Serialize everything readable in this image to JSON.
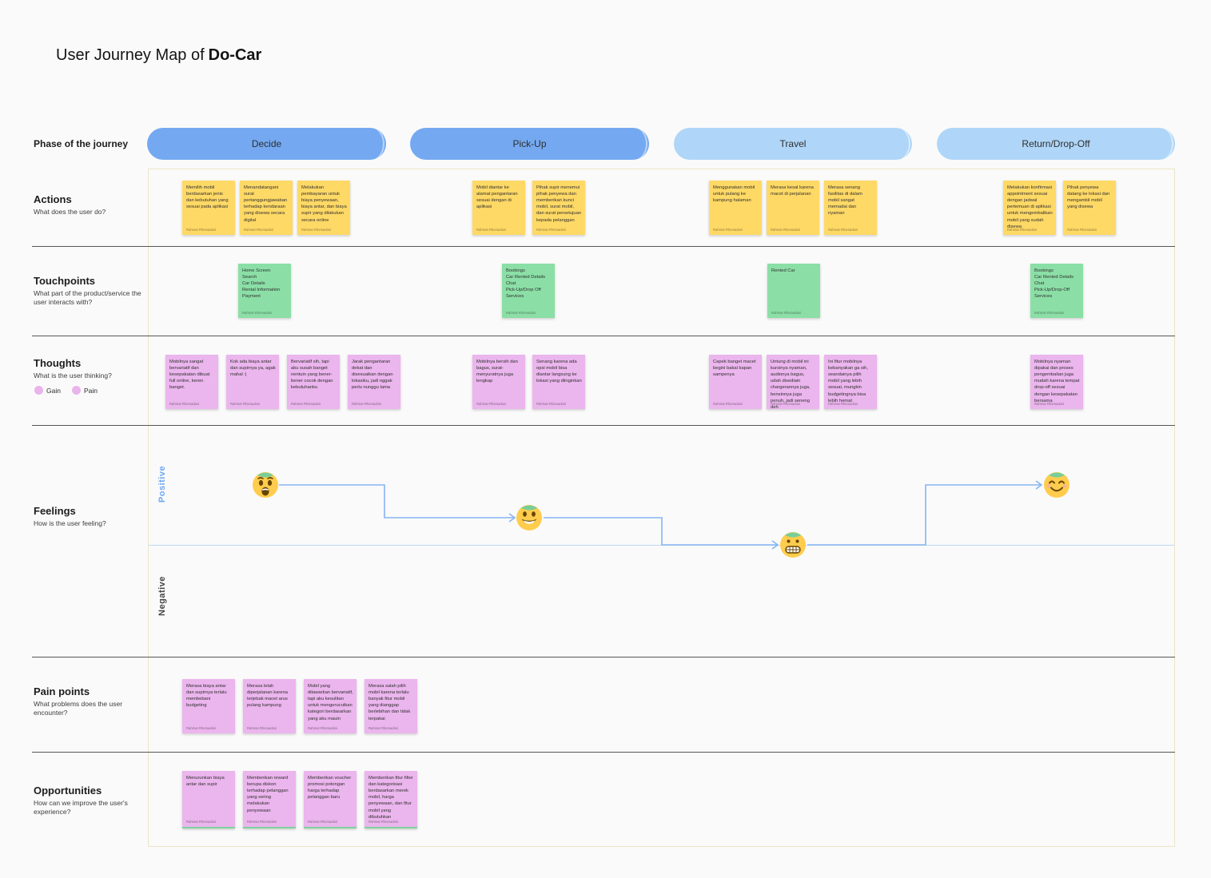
{
  "title": {
    "prefix": "User Journey Map of",
    "product": "Do-Car"
  },
  "author": "Rahmat Rhomadoni",
  "colors": {
    "phase_strong": "#74a9f1",
    "phase_light": "#afd6f8",
    "sticky_yellow": "#ffd966",
    "sticky_green": "#8bdfa6",
    "sticky_pink": "#ebb5ed",
    "connector": "#86b5f2",
    "positive_label": "#6fa8f0",
    "negative_label": "#454545"
  },
  "phase_row_label": "Phase of the journey",
  "phases": [
    "Decide",
    "Pick-Up",
    "Travel",
    "Return/Drop-Off"
  ],
  "rows": {
    "actions": {
      "label": "Actions",
      "sublabel": "What does the user do?"
    },
    "touchpoints": {
      "label": "Touchpoints",
      "sublabel": "What part of the product/service the user interacts with?"
    },
    "thoughts": {
      "label": "Thoughts",
      "sublabel": "What is the user thinking?",
      "legend": {
        "gain": "Gain",
        "pain": "Pain"
      }
    },
    "feelings": {
      "label": "Feelings",
      "sublabel": "How is the user feeling?",
      "positive": "Positive",
      "negative": "Negative"
    },
    "pain_points": {
      "label": "Pain points",
      "sublabel": "What problems does the user encounter?"
    },
    "opportunities": {
      "label": "Opportunities",
      "sublabel": "How can we improve the user's experience?"
    }
  },
  "notes": {
    "actions": {
      "decide": [
        "Memilih mobil berdasarkan jenis dan kebutuhan yang sesuai pada aplikasi",
        "Menandatangani surat pertanggungjawaban terhadap kendaraan yang disewa secara digital",
        "Melakukan pembayaran untuk biaya penyewaan, biaya antar, dan biaya supir yang dilakukan secara online"
      ],
      "pickup": [
        "Mobil diantar ke alamat pengantaran sesuai dengan di aplikasi",
        "Pihak supir menemui pihak penyewa dan memberikan kunci mobil, surat mobil, dan surat persetujuan kepada pelanggan"
      ],
      "travel": [
        "Menggunakan mobil untuk pulang ke kampung halaman",
        "Merasa kesal karena macet di perjalanan",
        "Merasa senang fasilitas di dalam mobil sangat memadai dan nyaman"
      ],
      "dropoff": [
        "Melakukan konfirmasi appointment sesuai dengan jadwal pertemuan di aplikasi untuk mengembalikan mobil yang sudah disewa",
        "Pihak penyewa datang ke lokasi dan mengambil mobil yang disewa"
      ]
    },
    "touchpoints": {
      "decide": "Home Screen\nSearch\nCar Details\nRental Information\nPayment",
      "pickup": "Bookings\nCar Rented Details\nChat\nPick-Up/Drop Off Services",
      "travel": "Rented Car",
      "dropoff": "Bookings\nCar Rented Details\nChat\nPick-Up/Drop-Off\nServices"
    },
    "thoughts": {
      "decide": [
        "Mobilnya sangat bervariatif dan kesepakatan dibuat full online, keren banget.",
        "Kok ada biaya antar dan supirnya ya, agak mahal :|",
        "Bervariatif sih, tapi aku susah banget nentuin yang bener-bener cocok dengan kebutuhanku",
        "Jarak pengantaran dekat dan disesuaikan dengan lokasiku, jadi nggak perlu nunggu lama"
      ],
      "pickup": [
        "Mobilnya bersih dan bagus, surat-menyuratnya juga lengkap",
        "Senang karena ada opsi mobil bisa diantar langsung ke lokasi yang diinginkan"
      ],
      "travel": [
        "Capek banget macet begini bakal kapan sampenya",
        "Untung di mobil ini kursinya nyaman, audionya bagus, udah disediain chargerannya juga, bensinnya juga penuh, jadi seneng deh",
        "Ini fitur mobilnya kebanyakan ga sih, seandainya pilih mobil yang lebih sesuai, mungkin budgetingnya bisa lebih hemat"
      ],
      "dropoff": [
        "Mobilnya nyaman dipakai dan proses pengembalian juga mudah karena tempat drop-off sesuai dengan kesepakatan bersama"
      ]
    },
    "pain_points": [
      "Merasa biaya antar dan supirnya terlalu membebani budgeting",
      "Merasa lelah diperjalanan karena terjebak macet arus pulang kampung",
      "Mobil yang ditawarkan bervariatif, tapi aku kesulitan untuk mengerucutkan kategori berdasarkan yang aku mauin",
      "Merasa salah pilih mobil karena terlalu banyak fitur mobil yang dianggap berlebihan dan tidak terpakai"
    ],
    "opportunities": [
      "Menurunkan biaya antar dan supir",
      "Memberikan reward berupa diskon terhadap pelanggan yang sering melakukan penyewaan",
      "Memberikan voucher promosi potongan harga terhadap pelanggan baru",
      "Memberikan fitur filter dan kategorisasi berdasarkan merek mobil, harga penyewaan, dan fitur mobil yang dibutuhkan"
    ]
  },
  "feelings_curve": [
    {
      "phase": "Decide",
      "mood": "astonished",
      "level": "positive-high"
    },
    {
      "phase": "Pick-Up",
      "mood": "grinning",
      "level": "positive-mid"
    },
    {
      "phase": "Travel",
      "mood": "grimacing",
      "level": "neutral"
    },
    {
      "phase": "Return/Drop-Off",
      "mood": "relieved",
      "level": "positive-high"
    }
  ]
}
